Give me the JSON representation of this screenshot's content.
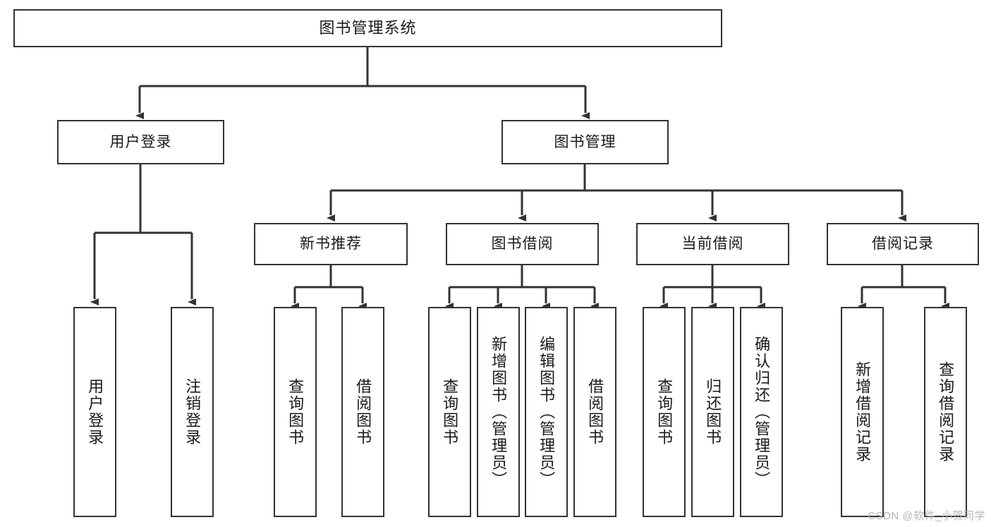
{
  "diagram": {
    "title_box": {
      "label": "图书管理系统"
    },
    "level2": [
      {
        "id": "user-login",
        "label": "用户登录"
      },
      {
        "id": "book-management",
        "label": "图书管理"
      }
    ],
    "level3": [
      {
        "id": "new-book-recommend",
        "label": "新书推荐"
      },
      {
        "id": "book-borrow",
        "label": "图书借阅"
      },
      {
        "id": "current-borrow",
        "label": "当前借阅"
      },
      {
        "id": "borrow-record",
        "label": "借阅记录"
      }
    ],
    "leaves": [
      {
        "id": "leaf-user-login",
        "label": "用户登录"
      },
      {
        "id": "leaf-logout",
        "label": "注销登录"
      },
      {
        "id": "leaf-query-book-1",
        "label": "查询图书"
      },
      {
        "id": "leaf-borrow-book-1",
        "label": "借阅图书"
      },
      {
        "id": "leaf-query-book-2",
        "label": "查询图书"
      },
      {
        "id": "leaf-add-book",
        "label": "新增图书（管理员）"
      },
      {
        "id": "leaf-edit-book",
        "label": "编辑图书（管理员）"
      },
      {
        "id": "leaf-borrow-book-2",
        "label": "借阅图书"
      },
      {
        "id": "leaf-query-book-3",
        "label": "查询图书"
      },
      {
        "id": "leaf-return-book",
        "label": "归还图书"
      },
      {
        "id": "leaf-confirm-return",
        "label": "确认归还（管理员）"
      },
      {
        "id": "leaf-add-record",
        "label": "新增借阅记录"
      },
      {
        "id": "leaf-query-record",
        "label": "查询借阅记录"
      }
    ],
    "watermark": {
      "text": "CSDN @软件_小贺同学"
    },
    "colors": {
      "stroke": "#333333",
      "fill": "#ffffff",
      "text": "#1a1a1a",
      "watermark": "#b6b6b6"
    }
  }
}
